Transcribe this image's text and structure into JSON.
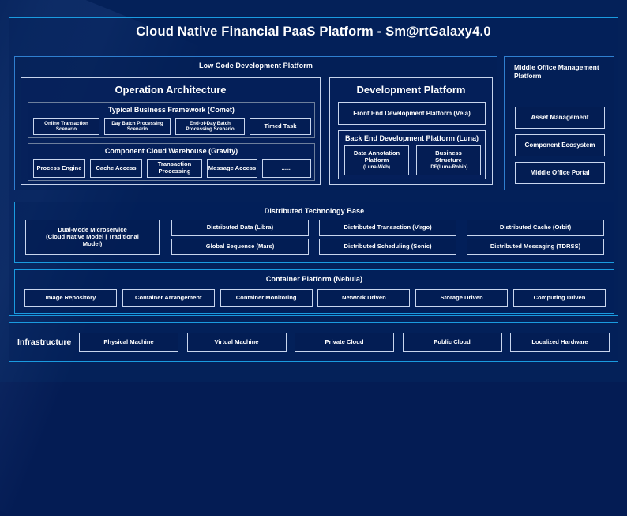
{
  "title": "Cloud Native Financial PaaS Platform - Sm@rtGalaxy4.0",
  "colors": {
    "background": "#042159",
    "outer_border": "#1a9be0",
    "panel_border": "#2f7fd0",
    "chip_border": "#c9d6ee",
    "text": "#ffffff"
  },
  "low_code": {
    "band_title": "Low Code Development Platform",
    "operation_architecture": {
      "title": "Operation Architecture",
      "typical_business_framework": {
        "title": "Typical Business Framework (Comet)",
        "items": [
          "Online Transaction Scenario",
          "Day Batch Processing Scenario",
          "End-of-Day Batch Processing Scenario",
          "Timed Task"
        ]
      },
      "component_cloud_warehouse": {
        "title": "Component Cloud Warehouse (Gravity)",
        "items": [
          "Process Engine",
          "Cache Access",
          "Transaction Processing",
          "Message Access",
          "......"
        ]
      }
    },
    "development_platform": {
      "title": "Development Platform",
      "front_end": "Front End Development Platform (Vela)",
      "back_end": {
        "title": "Back End Development Platform (Luna)",
        "items": [
          {
            "line1": "Data Annotation",
            "line2": "Platform",
            "line3": "(Luna-Web)"
          },
          {
            "line1": "Business",
            "line2": "Structure",
            "line3": "IDE(Luna-Robin)"
          }
        ]
      }
    }
  },
  "middle_office": {
    "title": "Middle Office Management Platform",
    "items": [
      "Asset Management",
      "Component Ecosystem",
      "Middle Office Portal"
    ]
  },
  "distributed_technology_base": {
    "title": "Distributed Technology Base",
    "highlight": {
      "line1": "Dual-Mode Microservice",
      "line2": "(Cloud Native Model | Traditional",
      "line3": "Model)"
    },
    "grid_row1": [
      "Distributed Data (Libra)",
      "Distributed Transaction (Virgo)",
      "Distributed Cache (Orbit)"
    ],
    "grid_row2": [
      "Global Sequence (Mars)",
      "Distributed Scheduling (Sonic)",
      "Distributed Messaging (TDRSS)"
    ]
  },
  "container_platform": {
    "title": "Container Platform (Nebula)",
    "items": [
      "Image Repository",
      "Container Arrangement",
      "Container Monitoring",
      "Network Driven",
      "Storage Driven",
      "Computing Driven"
    ]
  },
  "infrastructure": {
    "label": "Infrastructure",
    "items": [
      "Physical Machine",
      "Virtual Machine",
      "Private Cloud",
      "Public Cloud",
      "Localized Hardware"
    ]
  }
}
